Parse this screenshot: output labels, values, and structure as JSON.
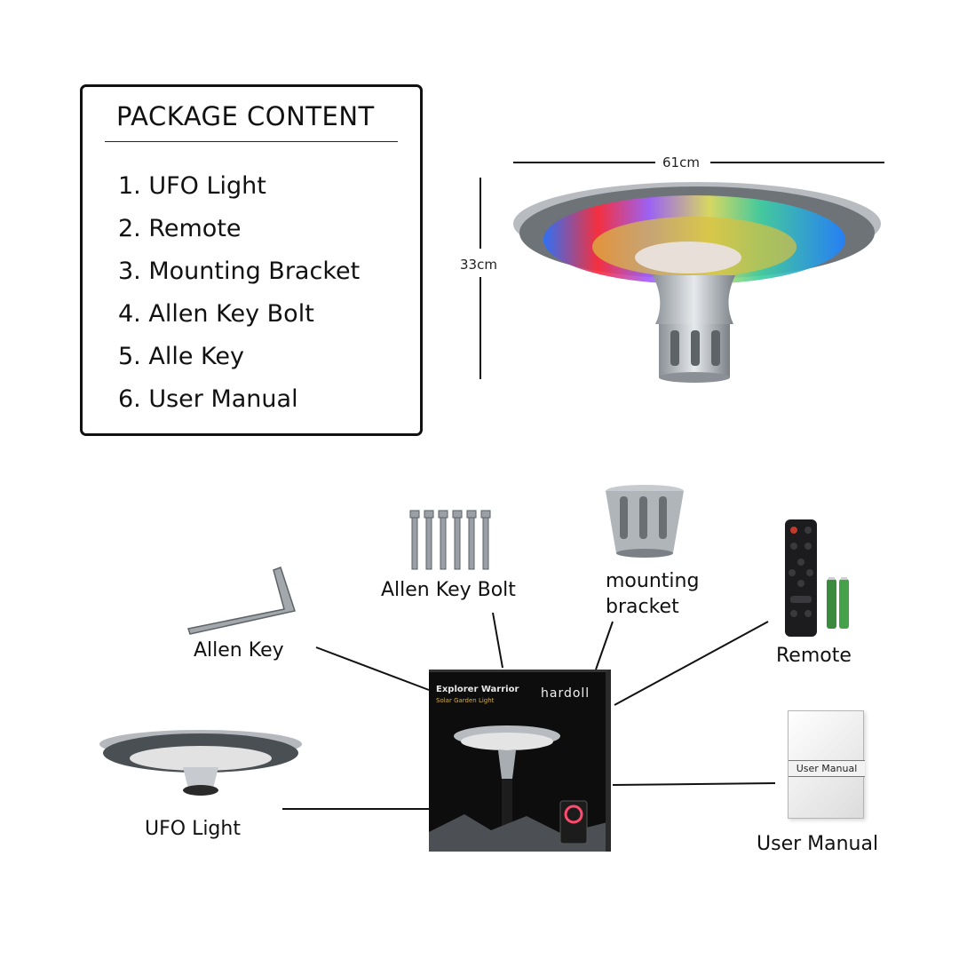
{
  "package": {
    "title": "PACKAGE CONTENT",
    "items": [
      "1. UFO Light",
      "2. Remote",
      "3. Mounting Bracket",
      "4. Allen Key Bolt",
      "5. Alle Key",
      "6. User Manual"
    ]
  },
  "dimensions": {
    "width": "61cm",
    "height": "33cm"
  },
  "labels": {
    "allen_key_bolt": "Allen Key Bolt",
    "mounting_bracket_1": "mounting",
    "mounting_bracket_2": "bracket",
    "allen_key": "Allen Key",
    "remote": "Remote",
    "ufo_light": "UFO Light",
    "user_manual": "User Manual"
  },
  "box": {
    "title": "Explorer Warrior",
    "subtitle": "Solar Garden Light",
    "brand": "hardoll"
  },
  "manual_cover": "User Manual",
  "colors": {
    "text": "#111111",
    "box": "#0d0d0d",
    "metal": "#9aa0a6"
  },
  "icons": [
    "ufo-light-icon",
    "bolt-icon",
    "bracket-icon",
    "allen-key-icon",
    "remote-icon",
    "battery-icon",
    "manual-icon",
    "product-box-icon"
  ]
}
